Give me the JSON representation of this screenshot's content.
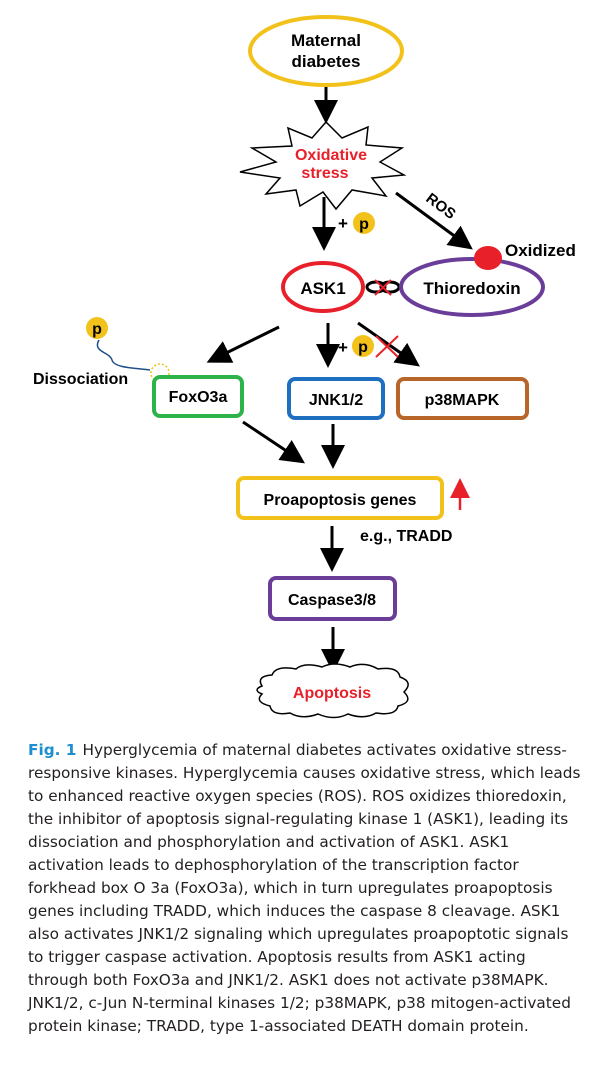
{
  "colors": {
    "yellow": "#f2c21b",
    "red": "#e8202a",
    "purple": "#6a3d99",
    "green": "#2db34a",
    "blue": "#1f6fc0",
    "brown": "#b8652a",
    "caption_accent": "#1b8fcf",
    "arrow": "#000000"
  },
  "nodes": {
    "maternal_line1": "Maternal",
    "maternal_line2": "diabetes",
    "oxidative_line1": "Oxidative",
    "oxidative_line2": "stress",
    "ask1": "ASK1",
    "thioredoxin": "Thioredoxin",
    "foxo3a": "FoxO3a",
    "jnk": "JNK1/2",
    "p38": "p38MAPK",
    "proapoptosis": "Proapoptosis genes",
    "caspase": "Caspase3/8",
    "apoptosis": "Apoptosis"
  },
  "labels": {
    "ros": "ROS",
    "oxidized": "Oxidized",
    "dissociation": "Dissociation",
    "plus": "+",
    "p": "p",
    "eg_tradd": "e.g., TRADD"
  },
  "icons": {
    "upregulation": "red-up-arrow-icon",
    "inhibition": "red-cross-icon",
    "binding": "chain-link-icon",
    "phosphate": "yellow-p-circle-icon"
  },
  "caption": {
    "label": "Fig. 1",
    "text": "Hyperglycemia of maternal diabetes activates oxidative stress-responsive kinases. Hyperglycemia causes oxidative stress, which leads to enhanced reactive oxygen species (ROS). ROS oxidizes thioredoxin, the inhibitor of apoptosis signal-regulating kinase 1 (ASK1), leading its dissociation and phosphorylation and activation of ASK1. ASK1 activation leads to dephosphorylation of the transcription factor forkhead box O 3a (FoxO3a), which in turn upregulates proapoptosis genes including TRADD, which induces the caspase 8 cleavage. ASK1 also activates JNK1/2 signaling which upregulates proapoptotic signals to trigger caspase activation. Apoptosis results from ASK1 acting through both FoxO3a and JNK1/2. ASK1 does not activate p38MAPK. JNK1/2, c-Jun N-terminal kinases 1/2; p38MAPK, p38 mitogen-activated protein kinase; TRADD, type 1-associated DEATH domain protein."
  }
}
